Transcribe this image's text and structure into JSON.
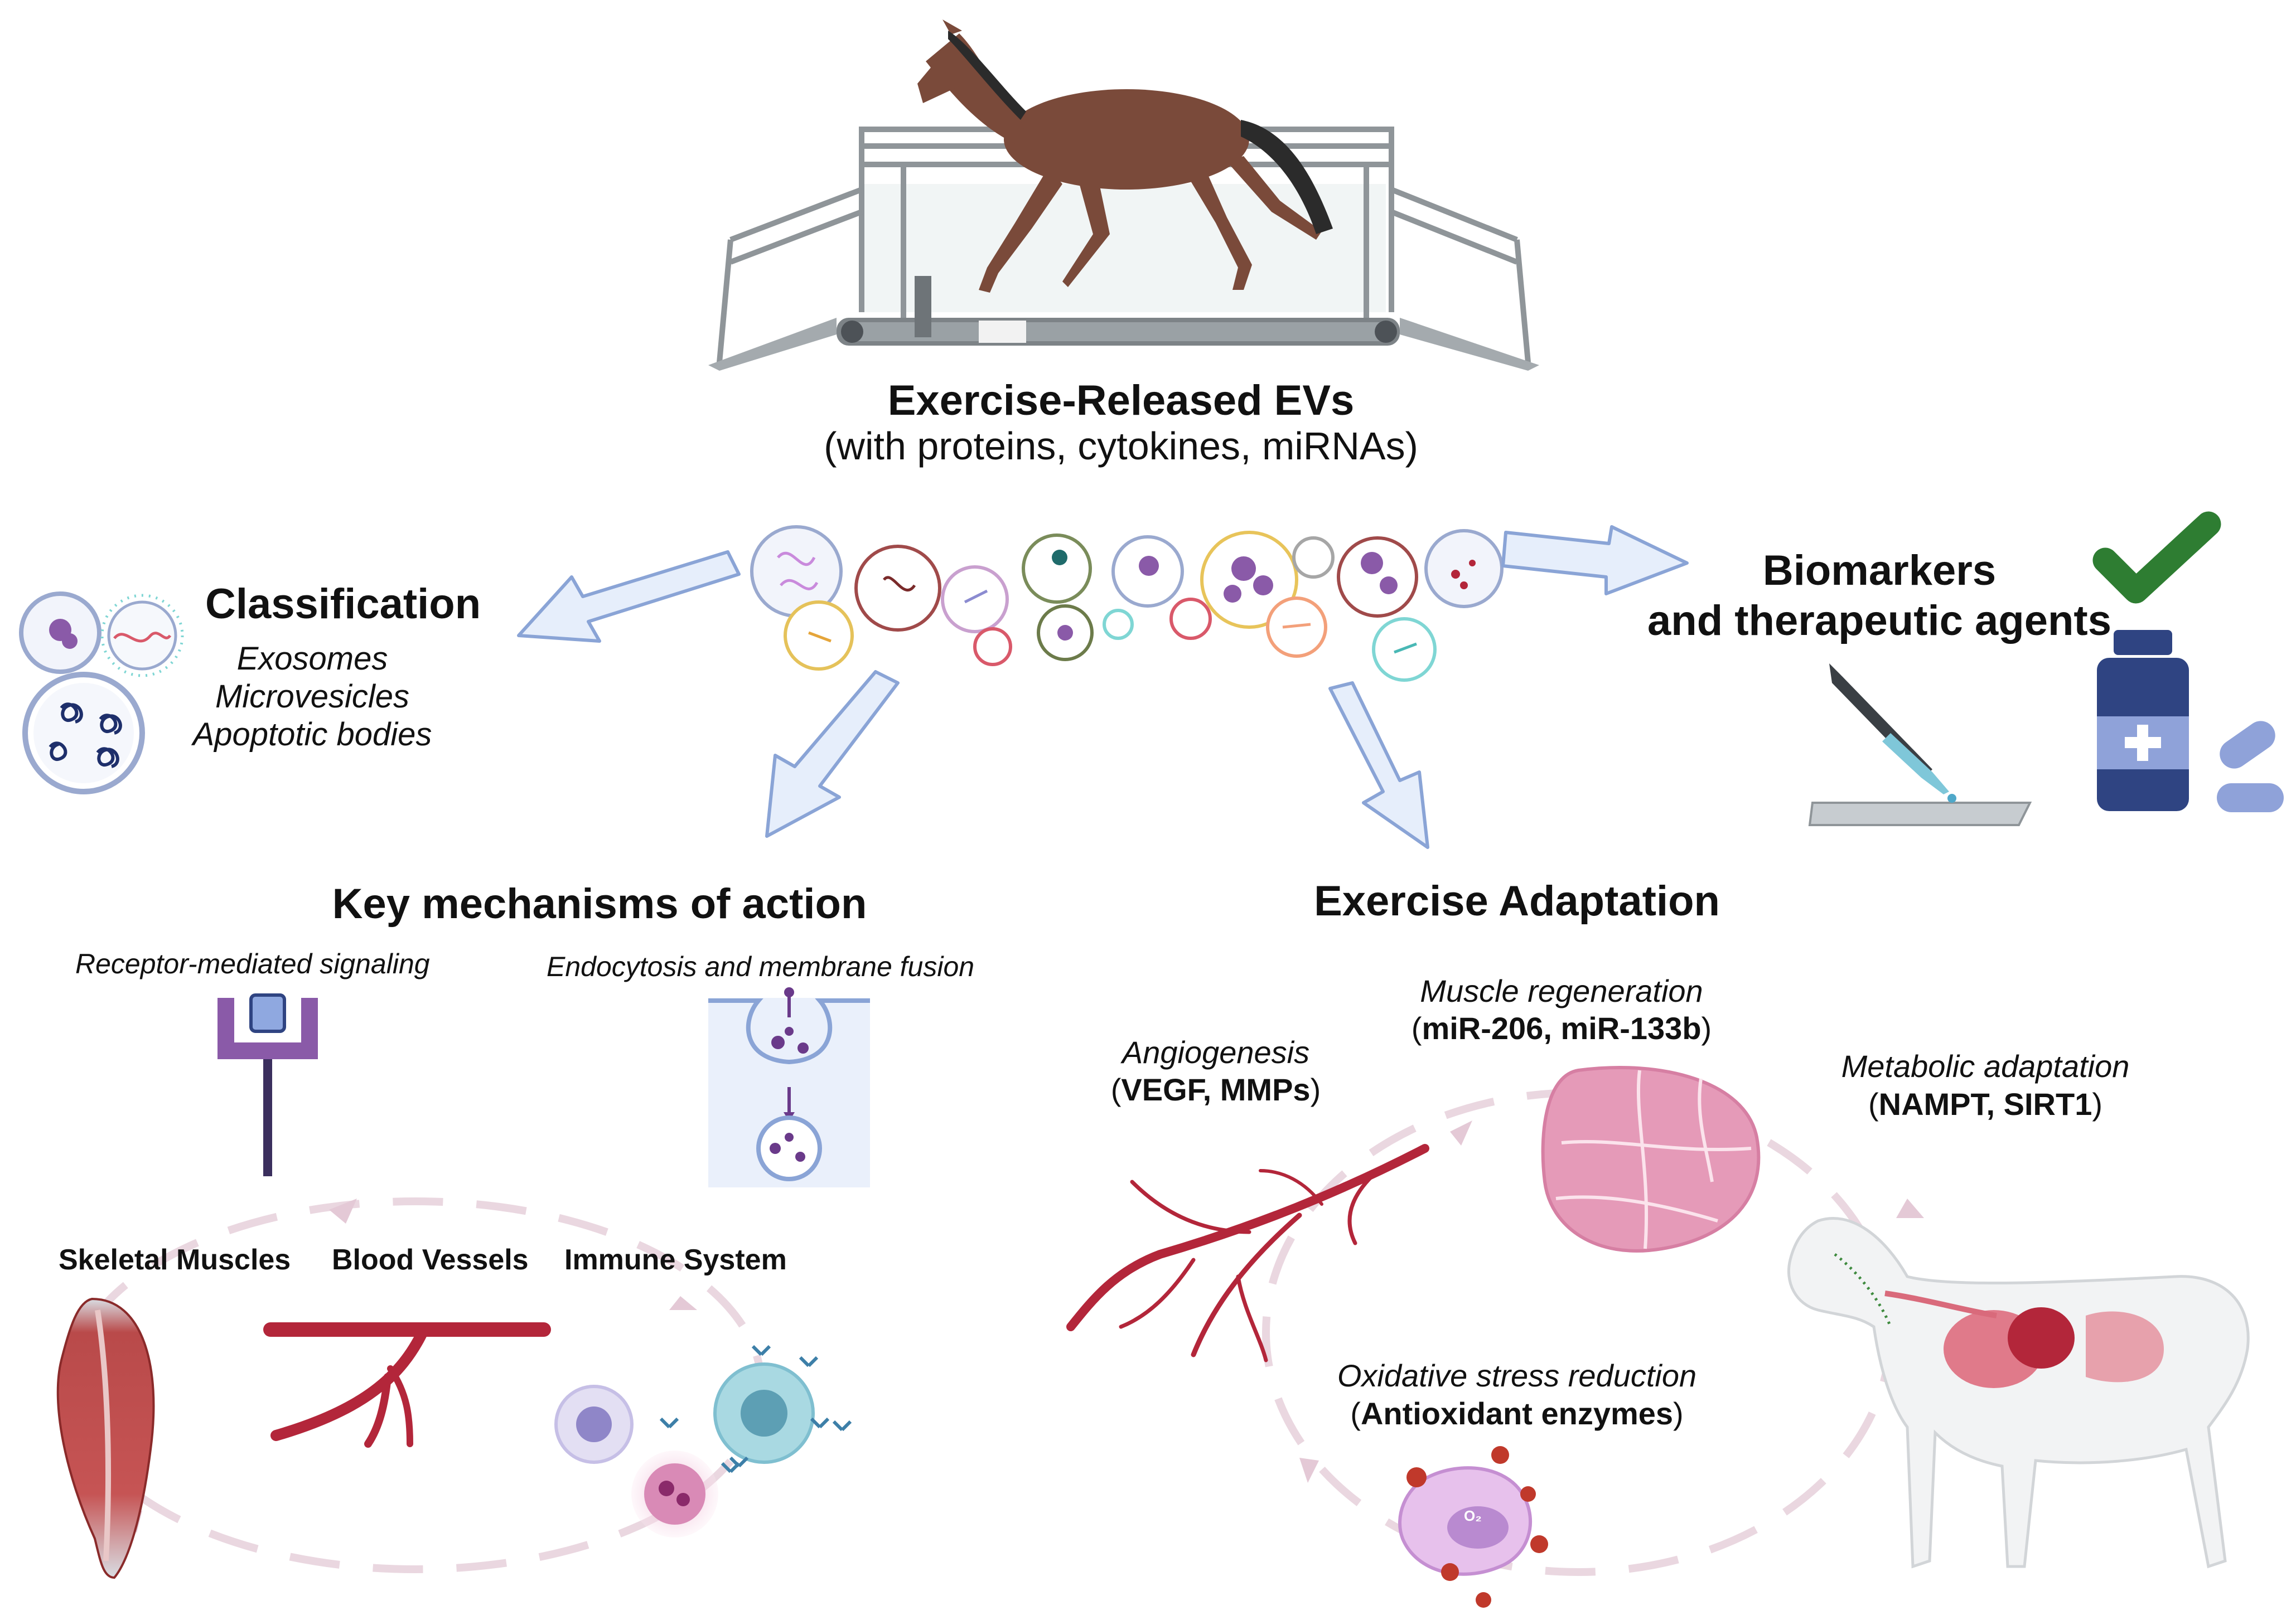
{
  "header": {
    "title": "Exercise-Released EVs",
    "subtitle": "(with proteins, cytokines, miRNAs)"
  },
  "classification": {
    "title": "Classification",
    "items": [
      "Exosomes",
      "Microvesicles",
      "Apoptotic bodies"
    ]
  },
  "biomarkers": {
    "line1": "Biomarkers",
    "line2": "and therapeutic agents"
  },
  "mechanisms": {
    "title": "Key mechanisms of action",
    "receptor_label": "Receptor-mediated signaling",
    "endocytosis_label": "Endocytosis and membrane fusion",
    "targets": [
      "Skeletal Muscles",
      "Blood Vessels",
      "Immune System"
    ]
  },
  "adaptation": {
    "title": "Exercise Adaptation",
    "angiogenesis": {
      "label": "Angiogenesis",
      "open": "(",
      "bold": "VEGF, MMPs",
      "close": ")"
    },
    "muscle": {
      "label": "Muscle regeneration",
      "open": "(",
      "bold": "miR-206, miR-133b",
      "close": ")"
    },
    "metabolic": {
      "label": "Metabolic adaptation",
      "open": "(",
      "bold": "NAMPT, SIRT1",
      "close": ")"
    },
    "oxidative": {
      "label": "Oxidative stress reduction",
      "open": "(",
      "bold": "Antioxidant enzymes",
      "close": ")"
    }
  },
  "icons": {
    "o2_label": "O₂"
  },
  "colors": {
    "arrow_fill": "#e6eefb",
    "arrow_stroke": "#8aa4d6",
    "cycle": "#ead7e0",
    "vessel": "#b3263a",
    "check": "#2e7d32",
    "bottle": "#2f4482"
  }
}
